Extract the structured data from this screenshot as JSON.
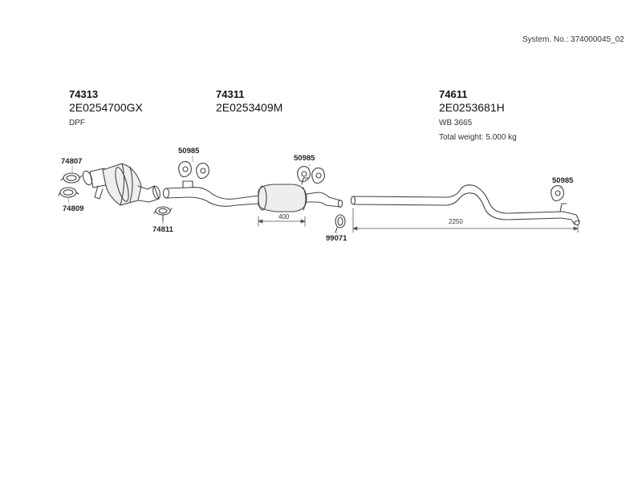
{
  "system_no": "System. No.: 374000045_02",
  "parts": [
    {
      "number": "74313",
      "code": "2E0254700GX",
      "note": "DPF"
    },
    {
      "number": "74311",
      "code": "2E0253409M"
    },
    {
      "number": "74611",
      "code": "2E0253681H",
      "note": "WB 3665",
      "weight": "Total weight: 5.000 kg"
    }
  ],
  "callouts": {
    "c74807": "74807",
    "c74809": "74809",
    "c74811": "74811",
    "c50985_a": "50985",
    "c50985_b": "50985",
    "c50985_c": "50985",
    "c99071": "99071"
  },
  "dimensions": {
    "d400": "400",
    "d2250": "2250"
  }
}
